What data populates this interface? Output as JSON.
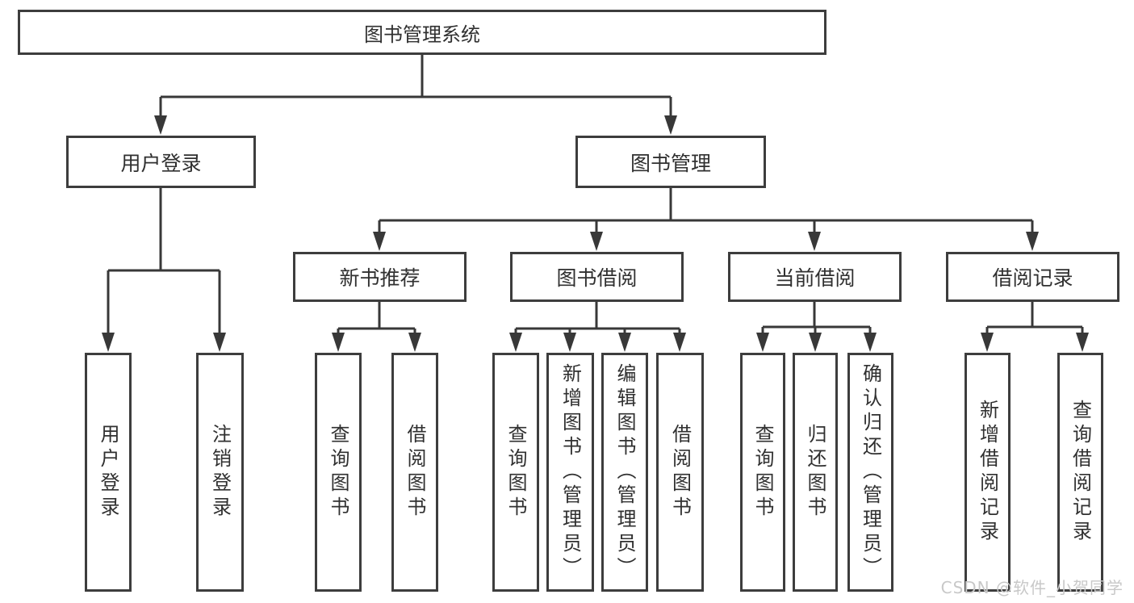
{
  "diagram_title": "图书管理系统",
  "tree": {
    "label": "图书管理系统",
    "children": [
      {
        "label": "用户登录",
        "children": [
          {
            "label": "用户登录"
          },
          {
            "label": "注销登录"
          }
        ]
      },
      {
        "label": "图书管理",
        "children": [
          {
            "label": "新书推荐",
            "children": [
              {
                "label": "查询图书"
              },
              {
                "label": "借阅图书"
              }
            ]
          },
          {
            "label": "图书借阅",
            "children": [
              {
                "label": "查询图书"
              },
              {
                "label": "新增图书（管理员）"
              },
              {
                "label": "编辑图书（管理员）"
              },
              {
                "label": "借阅图书"
              }
            ]
          },
          {
            "label": "当前借阅",
            "children": [
              {
                "label": "查询图书"
              },
              {
                "label": "归还图书"
              },
              {
                "label": "确认归还（管理员）"
              }
            ]
          },
          {
            "label": "借阅记录",
            "children": [
              {
                "label": "新增借阅记录"
              },
              {
                "label": "查询借阅记录"
              }
            ]
          }
        ]
      }
    ]
  },
  "watermark": {
    "text": "CSDN @软件_小贺同学"
  },
  "colors": {
    "line": "#383838",
    "box_border": "#3d3d3d",
    "text": "#303030",
    "watermark": "#c8c8c8",
    "background": "#ffffff"
  }
}
